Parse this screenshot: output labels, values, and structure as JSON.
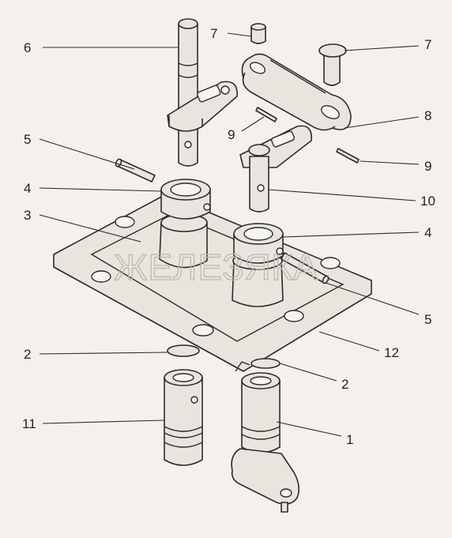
{
  "callouts": {
    "c1": "1",
    "c2a": "2",
    "c2b": "2",
    "c3": "3",
    "c4a": "4",
    "c4b": "4",
    "c5a": "5",
    "c5b": "5",
    "c6": "6",
    "c7a": "7",
    "c7b": "7",
    "c8": "8",
    "c9a": "9",
    "c9b": "9",
    "c10": "10",
    "c11": "11",
    "c12": "12"
  },
  "watermark": "ЖЕЛЕЗЯКА"
}
